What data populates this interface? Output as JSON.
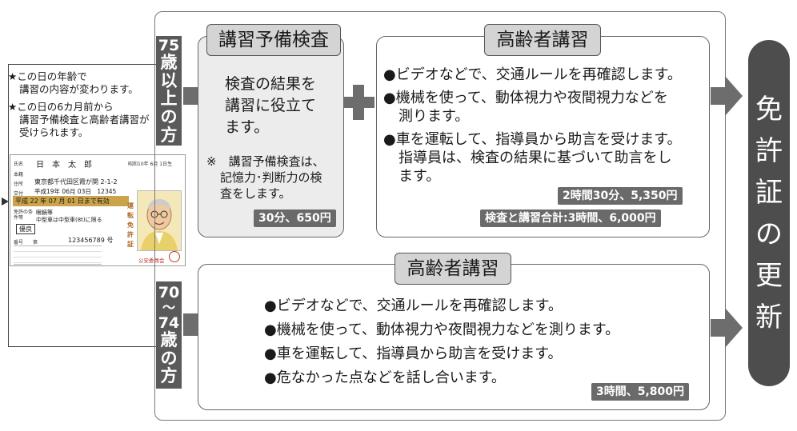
{
  "notes": {
    "note1_line1": "★この日の年齢で",
    "note1_line2": "講習の内容が変わります。",
    "note2_line1": "★この日の6カ月前から",
    "note2_line2": "講習予備検査と高齢者講習が",
    "note2_line3": "受けられます。"
  },
  "license": {
    "name_label": "氏名",
    "name": "日　本　太　郎",
    "birth": "昭和10年 6月 1日生",
    "domicile_label": "本籍",
    "address_label": "住所",
    "address": "東京都千代田区霞が関 2-1-2",
    "issue_label": "交付",
    "issue": "平成19年 06月 03日　12345",
    "expiry": "平成 22 年 07 月 01 日まで有効",
    "cond_label": "免許の条件等",
    "cond1": "眼鏡等",
    "cond2": "中型車は中型車(8t)に限る",
    "excellent": "優良",
    "number_label": "番号",
    "number_prefix": "第",
    "number": "123456789 号",
    "side_text": "運転免許証",
    "authority": "公安委員会"
  },
  "age75": {
    "label_num": "75",
    "label_chars": [
      "歳",
      "以",
      "上",
      "の",
      "方"
    ]
  },
  "age70": {
    "label_num1": "70",
    "label_tilde": "〜",
    "label_num2": "74",
    "label_chars": [
      "歳",
      "の",
      "方"
    ]
  },
  "yobi": {
    "title": "講習予備検査",
    "body_l1": "検査の結果を",
    "body_l2": "講習に役立て",
    "body_l3": "ます。",
    "note_l1": "※　講習予備検査は、",
    "note_l2": "記憶力･判断力の検",
    "note_l3": "査をします。",
    "price": "30分、650円"
  },
  "koshu75": {
    "title": "高齢者講習",
    "b1": "●ビデオなどで、交通ルールを再確認します。",
    "b2_l1": "●機械を使って、動体視力や夜間視力などを",
    "b2_l2": "測ります。",
    "b3_l1": "●車を運転して、指導員から助言を受けます。",
    "b3_l2": "指導員は、検査の結果に基づいて助言をし",
    "b3_l3": "ます。",
    "price": "2時間30分、5,350円",
    "total": "検査と講習合計:3時間、6,000円"
  },
  "koshu70": {
    "title": "高齢者講習",
    "b1": "●ビデオなどで、交通ルールを再確認します。",
    "b2": "●機械を使って、動体視力や夜間視力などを測ります。",
    "b3": "●車を運転して、指導員から助言を受けます。",
    "b4": "●危なかった点などを話し合います。",
    "price": "3時間、5,800円"
  },
  "renewal": {
    "chars": [
      "免",
      "許",
      "証",
      "の",
      "更",
      "新"
    ]
  },
  "colors": {
    "dark": "#5a5a5a",
    "pill": "#d4d4d4",
    "gray_box": "#ececec",
    "expiry_bar": "#caa34a"
  }
}
